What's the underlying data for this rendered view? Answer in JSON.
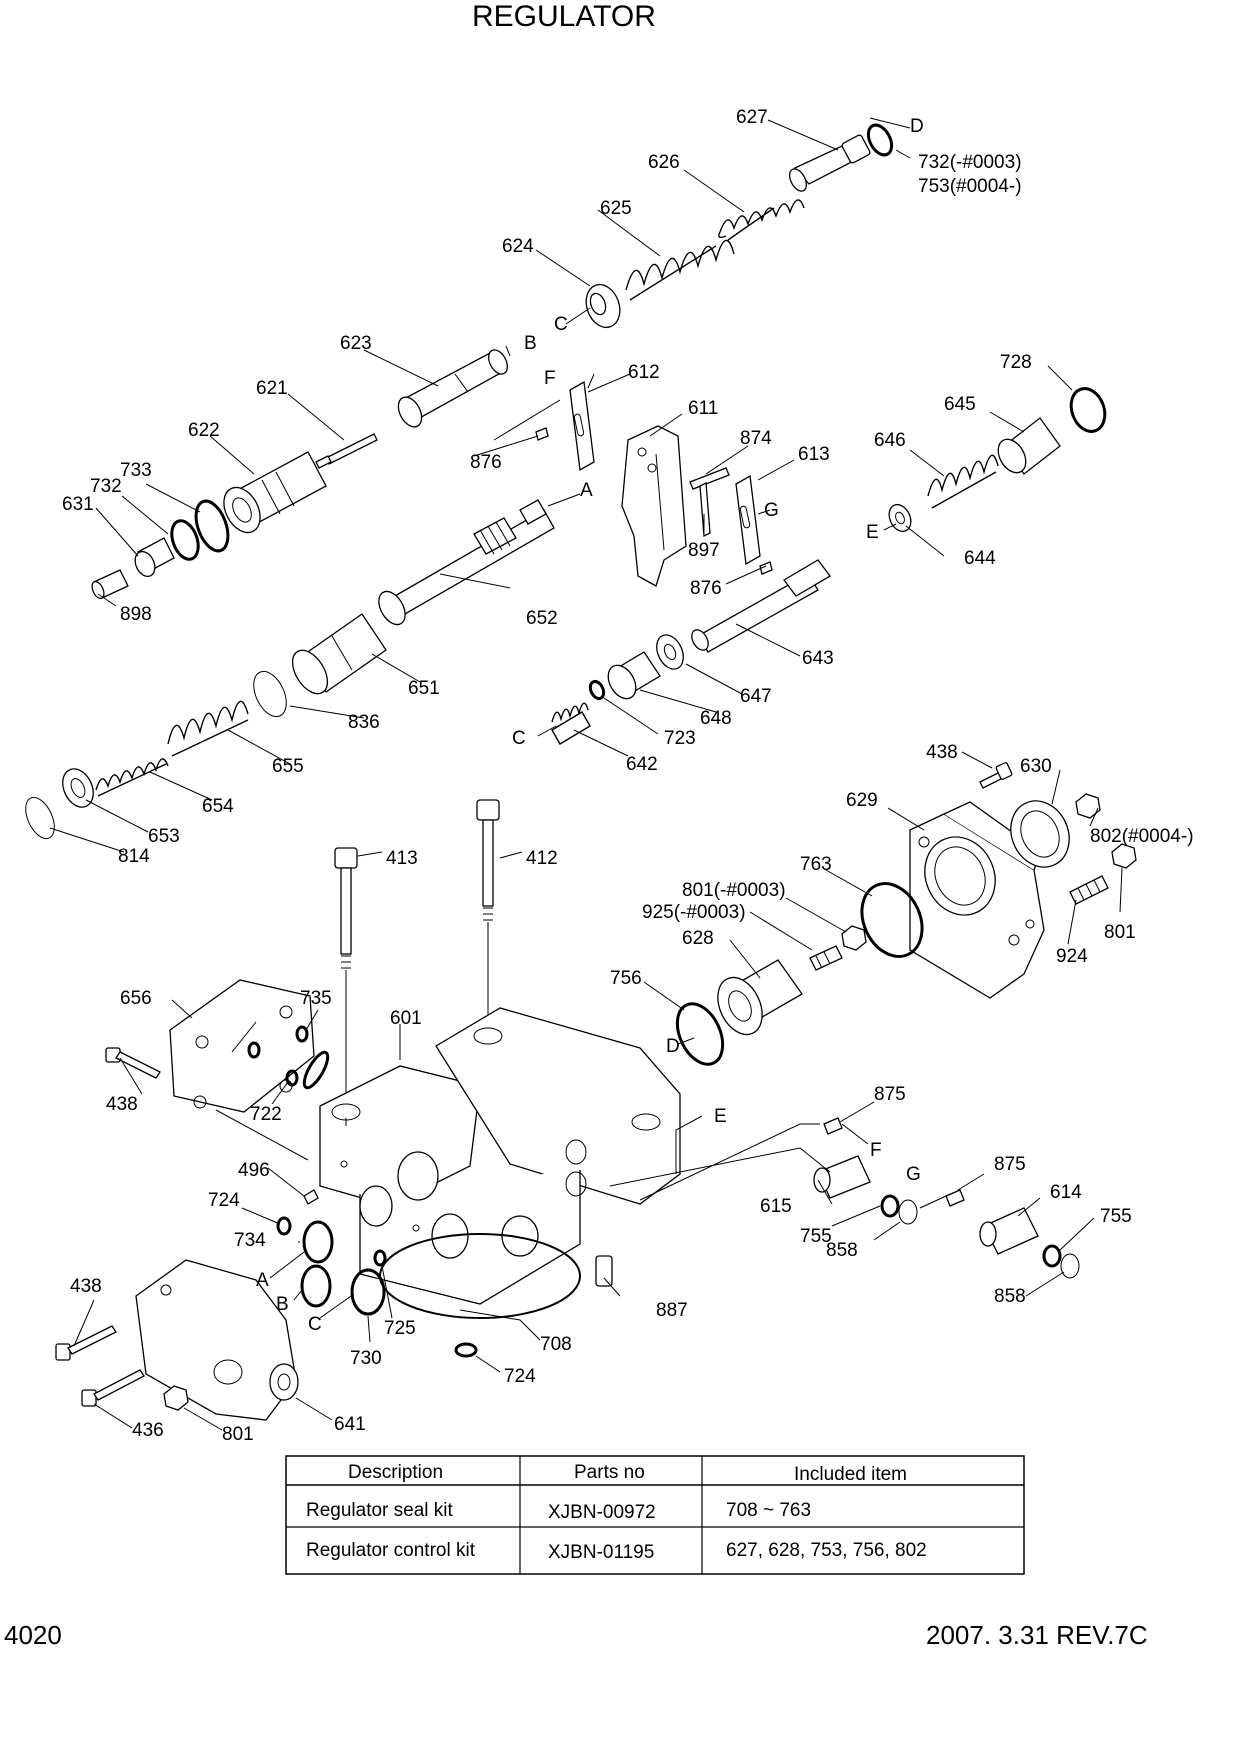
{
  "title": "REGULATOR",
  "page_number": "4020",
  "revision": "2007. 3.31  REV.7C",
  "parts_labels": {
    "p627": "627",
    "pD1": "D",
    "p732a": "732(-#0003)",
    "p753": "753(#0004-)",
    "p626": "626",
    "p625": "625",
    "p624": "624",
    "pC1": "C",
    "p623": "623",
    "pB1": "B",
    "p612": "612",
    "pF1": "F",
    "p621": "621",
    "p611": "611",
    "p622": "622",
    "p876a": "876",
    "p874": "874",
    "p613": "613",
    "pG1": "G",
    "p733": "733",
    "p732": "732",
    "p631": "631",
    "pA1": "A",
    "p897": "897",
    "p898": "898",
    "p876b": "876",
    "p652": "652",
    "p728": "728",
    "p645": "645",
    "p646": "646",
    "pE1": "E",
    "p644": "644",
    "p643": "643",
    "p651": "651",
    "p647": "647",
    "p648": "648",
    "p836": "836",
    "p723": "723",
    "pC2": "C",
    "p642": "642",
    "p655": "655",
    "p654": "654",
    "p653": "653",
    "p814": "814",
    "p438a": "438",
    "p630": "630",
    "p629": "629",
    "p802": "802(#0004-)",
    "p413": "413",
    "p412": "412",
    "p763": "763",
    "p801a": "801(-#0003)",
    "p925": "925(-#0003)",
    "p801b": "801",
    "p924": "924",
    "p628": "628",
    "p756": "756",
    "pD2": "D",
    "p656": "656",
    "p735": "735",
    "p601": "601",
    "p438b": "438",
    "p722": "722",
    "pE2": "E",
    "p875a": "875",
    "pF2": "F",
    "p496": "496",
    "p875b": "875",
    "pG2": "G",
    "p724a": "724",
    "p614": "614",
    "p615": "615",
    "p755a": "755",
    "p755b": "755",
    "p734": "734",
    "p858a": "858",
    "pA2": "A",
    "pB2": "B",
    "pC3": "C",
    "p725": "725",
    "p887": "887",
    "p858b": "858",
    "p438c": "438",
    "p730": "730",
    "p708": "708",
    "p724b": "724",
    "p436": "436",
    "p801c": "801",
    "p641": "641"
  },
  "table": {
    "headers": [
      "Description",
      "Parts no",
      "Included item"
    ],
    "rows": [
      [
        "Regulator seal kit",
        "XJBN-00972",
        "708 ~ 763"
      ],
      [
        "Regulator control  kit",
        "XJBN-01195",
        "627, 628, 753, 756, 802"
      ]
    ]
  }
}
